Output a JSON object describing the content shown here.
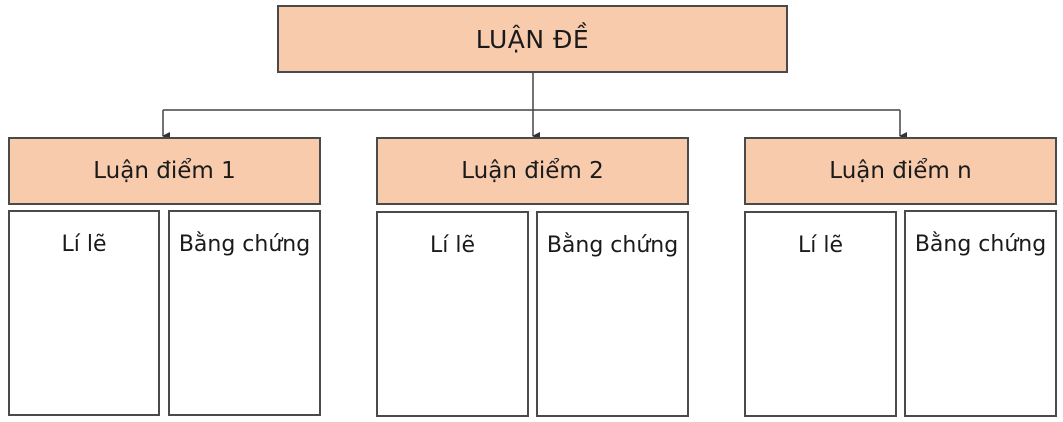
{
  "diagram": {
    "root": {
      "label": "LUẬN ĐỀ"
    },
    "branches": [
      {
        "label": "Luận điểm 1",
        "children": [
          {
            "label": "Lí lẽ"
          },
          {
            "label": "Bằng chứng"
          }
        ]
      },
      {
        "label": "Luận điểm 2",
        "children": [
          {
            "label": "Lí lẽ"
          },
          {
            "label": "Bằng chứng"
          }
        ]
      },
      {
        "label": "Luận điểm n",
        "children": [
          {
            "label": "Lí lẽ"
          },
          {
            "label": "Bằng chứng"
          }
        ]
      }
    ],
    "colors": {
      "header_fill": "#f8cbad",
      "border": "#4a4a4a",
      "cell_fill": "#ffffff"
    }
  }
}
